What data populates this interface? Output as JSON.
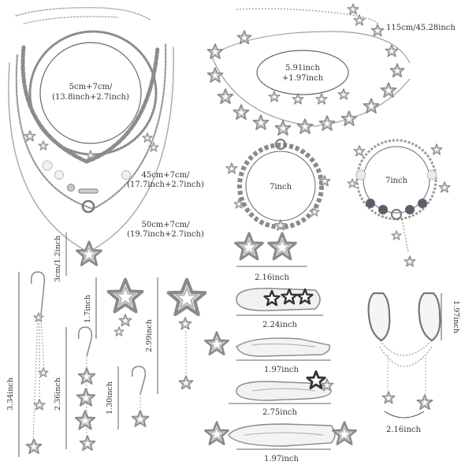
{
  "image": {
    "labels": {
      "neck_inner_1": "5cm+7cm/",
      "neck_inner_2": "(13.8inch+2.7inch)",
      "neck_mid_1": "45cm+7cm/",
      "neck_mid_2": "(17.7inch+2.7inch)",
      "neck_outer_1": "50cm+7cm/",
      "neck_outer_2": "(19.7inch+2.7inch)",
      "belt_len": "115cm/45.28inch",
      "anklet_1": "5.91inch",
      "anklet_2": "+1.97inch",
      "bracelet_1": "7inch",
      "bracelet_2": "7inch",
      "star_pendant": "3cm/1.2inch",
      "clip_1": "2.16inch",
      "clip_2": "2.24inch",
      "clip_3": "1.97inch",
      "clip_4": "2.75inch",
      "clip_5": "1.97inch",
      "ear_1": "3.34inch",
      "ear_2": "2.36inch",
      "ear_3": "1.30inch",
      "ear_4": "1.7inch",
      "ear_5": "2.99inch",
      "cuff_h": "1.97inch",
      "cuff_w": "2.16inch"
    },
    "colors": {
      "silver": "#9a9a9a",
      "silver_dark": "#6f6f6f",
      "pearl_gray": "#5b5f69",
      "crystal": "#e8ecef"
    }
  }
}
